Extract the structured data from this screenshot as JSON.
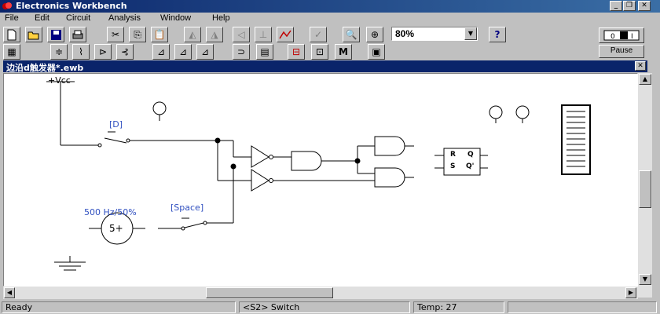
{
  "window": {
    "title": "Electronics Workbench"
  },
  "menu": [
    "File",
    "Edit",
    "Circuit",
    "Analysis",
    "Window",
    "Help"
  ],
  "toolbar": {
    "zoom_value": "80%",
    "help_label": "?"
  },
  "power": {
    "pause_label": "Pause"
  },
  "document": {
    "title": "边沿d触发器*.ewb"
  },
  "circuit": {
    "vcc_label": "+Vcc",
    "switch_d_label": "[D]",
    "switch_space_label": "[Space]",
    "clock_label": "500 Hz/50%",
    "clock_symbol": "5+",
    "latch_r": "R",
    "latch_s": "S",
    "latch_q": "Q",
    "latch_qn": "Q'"
  },
  "status": {
    "ready": "Ready",
    "selection": "<S2> Switch",
    "temp": "Temp:  27"
  },
  "colors": {
    "title_bar": "#0a246a",
    "label_blue": "#3050c0"
  }
}
